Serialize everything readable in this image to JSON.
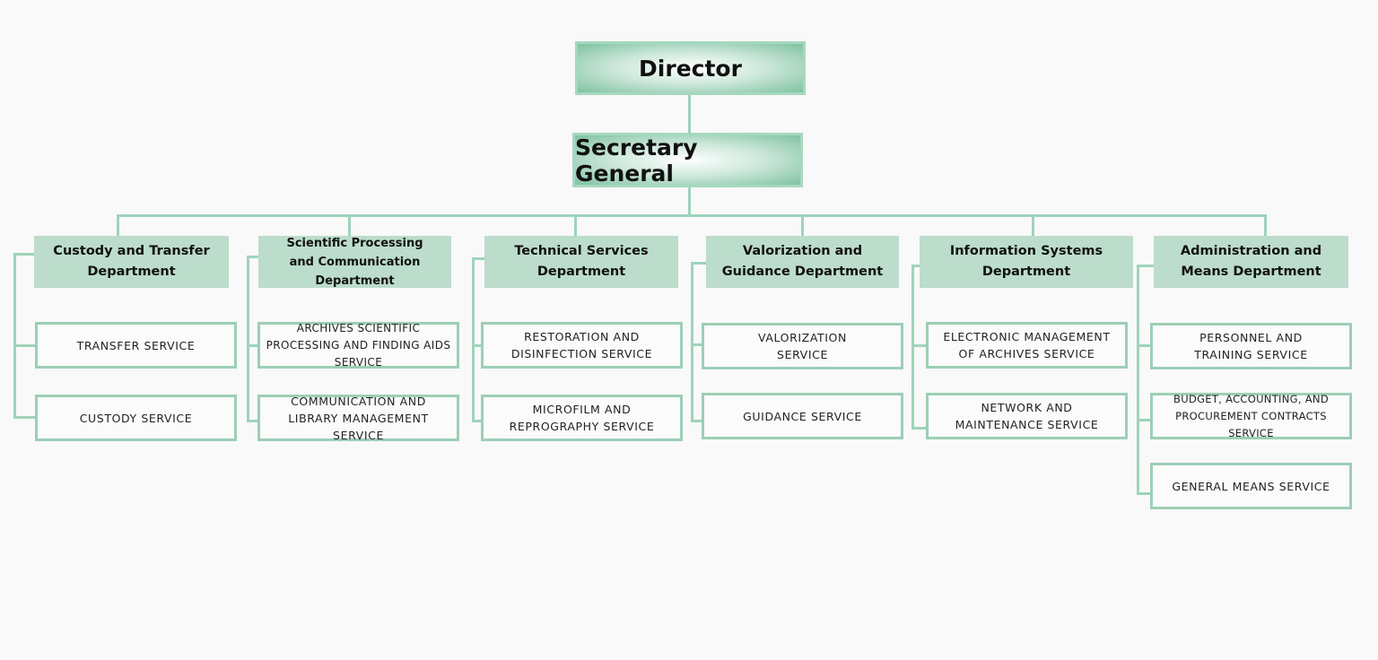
{
  "director": "Director",
  "secretary_general": "Secretary General",
  "departments": [
    {
      "name": "Custody and Transfer Department",
      "services": [
        "TRANSFER SERVICE",
        "CUSTODY SERVICE"
      ]
    },
    {
      "name": "Scientific Processing and Communication Department",
      "services": [
        "ARCHIVES SCIENTIFIC PROCESSING AND FINDING AIDS SERVICE",
        "COMMUNICATION AND LIBRARY MANAGEMENT SERVICE"
      ]
    },
    {
      "name": "Technical Services Department",
      "services": [
        "RESTORATION AND DISINFECTION SERVICE",
        "MICROFILM AND REPROGRAPHY SERVICE"
      ]
    },
    {
      "name": "Valorization and Guidance Department",
      "services": [
        "VALORIZATION SERVICE",
        "GUIDANCE SERVICE"
      ]
    },
    {
      "name": "Information Systems Department",
      "services": [
        "ELECTRONIC MANAGEMENT OF ARCHIVES SERVICE",
        "NETWORK AND MAINTENANCE SERVICE"
      ]
    },
    {
      "name": "Administration and Means Department",
      "services": [
        "PERSONNEL AND TRAINING SERVICE",
        "BUDGET, ACCOUNTING, AND PROCUREMENT CONTRACTS SERVICE",
        "GENERAL MEANS SERVICE"
      ]
    }
  ],
  "colors": {
    "line": "#9fd3bb",
    "department_fill": "#bcdccc",
    "service_border": "#9ccfb6",
    "background": "#f9f9f9"
  }
}
